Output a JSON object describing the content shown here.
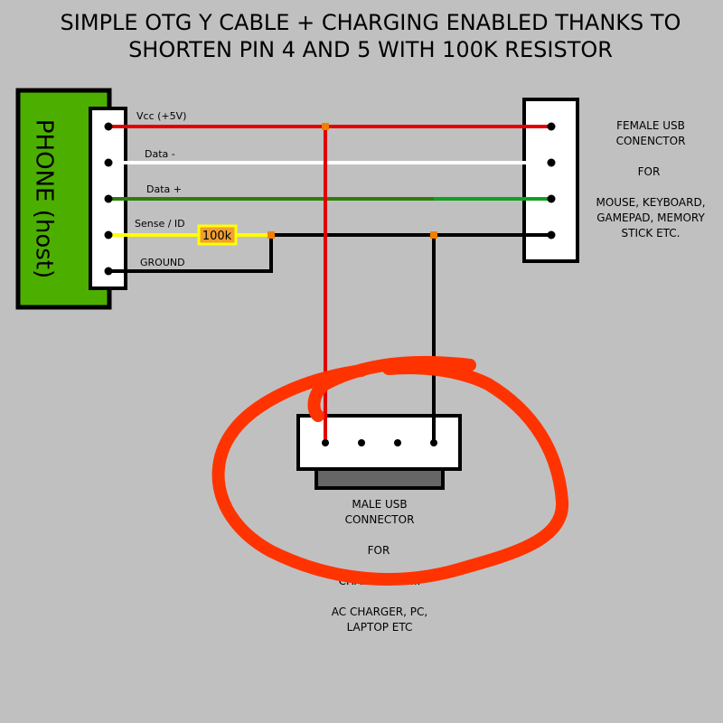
{
  "title": {
    "line1": "SIMPLE OTG Y CABLE + CHARGING ENABLED THANKS TO",
    "line2": "SHORTEN PIN 4 AND 5 WITH 100K RESISTOR"
  },
  "phone": {
    "label": "PHONE (host)"
  },
  "pins": {
    "vcc": "Vcc (+5V)",
    "data_minus": "Data  -",
    "data_plus": "Data +",
    "sense": "Sense / ID",
    "ground": "GROUND"
  },
  "resistor": {
    "label": "100k"
  },
  "female_connector": {
    "line1": "FEMALE USB",
    "line2": "CONENCTOR",
    "line3": "FOR",
    "line4": "MOUSE, KEYBOARD,",
    "line5": "GAMEPAD, MEMORY",
    "line6": "STICK ETC."
  },
  "male_connector": {
    "line1": "MALE USB",
    "line2": "CONNECTOR",
    "line3": "FOR",
    "line4": "CHARGING FI...",
    "line5": "AC CHARGER, PC,",
    "line6": "LAPTOP ETC"
  },
  "colors": {
    "background": "#c0c0c0",
    "vcc_wire": "#e00000",
    "data_minus_wire": "#ffffff",
    "data_plus_wire": "#2e7d0a",
    "data_plus_wire_right": "#10a020",
    "sense_wire": "#ffff00",
    "ground_wire": "#000000",
    "phone_body": "#4caf00",
    "annotation_circle": "#ff3300",
    "junction": "#f08000"
  }
}
